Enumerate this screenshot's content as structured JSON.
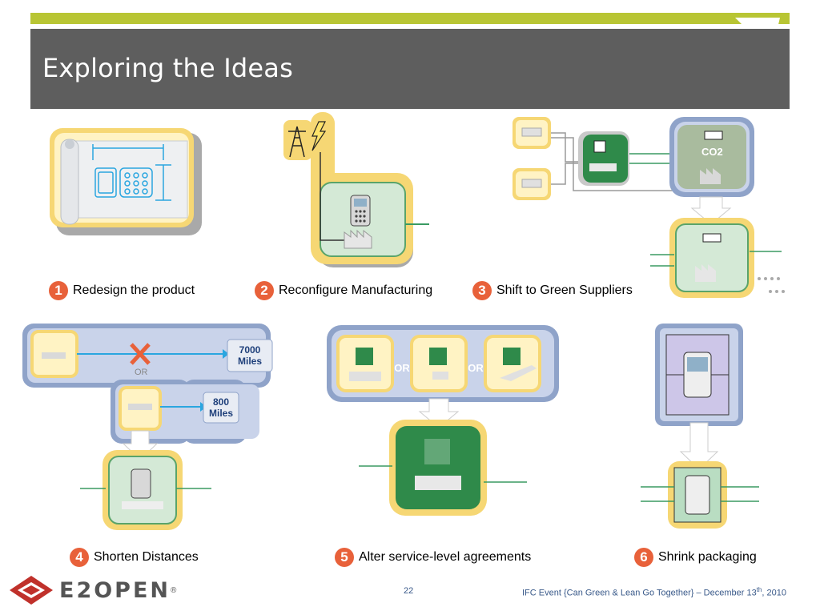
{
  "title": "Exploring the Ideas",
  "items": [
    {
      "num": "1",
      "label": "Redesign the product"
    },
    {
      "num": "2",
      "label": "Reconfigure Manufacturing"
    },
    {
      "num": "3",
      "label": "Shift to Green Suppliers"
    },
    {
      "num": "4",
      "label": "Shorten Distances"
    },
    {
      "num": "5",
      "label": "Alter service-level agreements"
    },
    {
      "num": "6",
      "label": "Shrink packaging"
    }
  ],
  "fig3": {
    "co2": "CO2"
  },
  "fig4": {
    "or": "OR",
    "dist1_value": "7000",
    "dist1_unit": "Miles",
    "dist2_value": "800",
    "dist2_unit": "Miles"
  },
  "fig5": {
    "or1": "OR",
    "or2": "OR"
  },
  "footer": {
    "logo": "E2OPEN",
    "page": "22",
    "event_prefix": "IFC Event {Can Green & Lean Go Together} – December 13",
    "event_sup": "th",
    "event_suffix": ", 2010"
  },
  "colors": {
    "accent_bar": "#b8c534",
    "title_bar": "#5e5e5e",
    "badge": "#e8613a",
    "logo_red": "#c0312b"
  }
}
